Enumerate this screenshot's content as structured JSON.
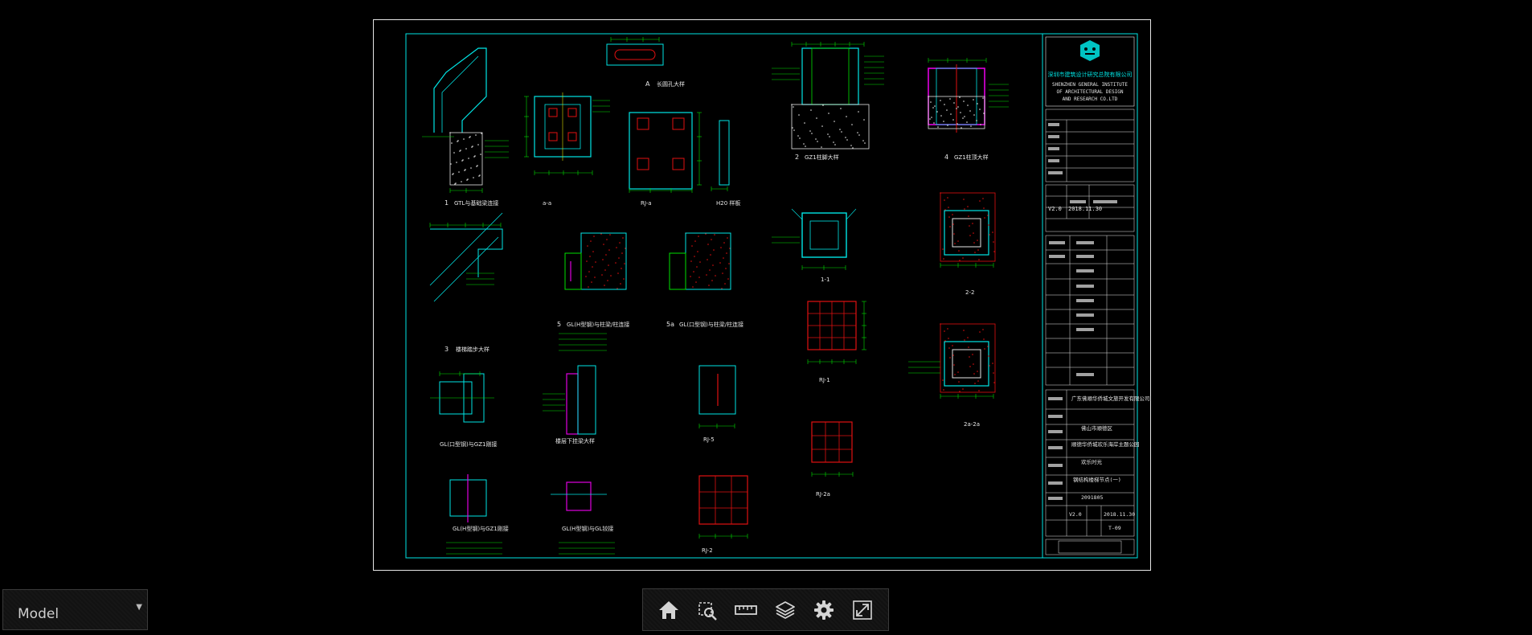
{
  "viewer": {
    "model_selector": {
      "value": "Model",
      "icon": "caret-down-icon"
    },
    "toolbar": [
      {
        "name": "home",
        "icon": "home-icon"
      },
      {
        "name": "zoom-window",
        "icon": "zoom-window-icon"
      },
      {
        "name": "measure",
        "icon": "ruler-icon"
      },
      {
        "name": "layers",
        "icon": "layers-icon"
      },
      {
        "name": "settings",
        "icon": "gear-icon"
      },
      {
        "name": "fullscreen",
        "icon": "fullscreen-icon"
      }
    ],
    "colors": {
      "background": "#000000",
      "line_cyan": "#00e5e5",
      "line_green": "#00e000",
      "line_red": "#e01010",
      "line_magenta": "#e000e0",
      "line_yellow": "#e0e000",
      "text_white": "#e6e6e6"
    }
  },
  "drawing": {
    "title_block": {
      "company_cn": "深圳市建筑设计研究总院有限公司",
      "company_en_lines": [
        "SHENZHEN GENERAL INSTITUTE",
        "OF ARCHITECTURAL DESIGN",
        "AND RESEARCH CO.LTD"
      ],
      "version": "V2.0",
      "date": "2018.11.30",
      "project_code": "2091805",
      "sheet_no": "T-09",
      "location": "佛山市顺德区",
      "project": "顺德华侨城欢乐海岸主题公园",
      "drawing_title": "钢结构楼梯节点(一)"
    },
    "captions": [
      {
        "num": "1",
        "text": "GTL与基础梁连接"
      },
      {
        "num": "",
        "text": "a-a"
      },
      {
        "num": "",
        "text": "RJ-a"
      },
      {
        "num": "",
        "text": "H20 样板"
      },
      {
        "num": "A",
        "text": "长圆孔大样"
      },
      {
        "num": "2",
        "text": "GZ1柱脚大样"
      },
      {
        "num": "4",
        "text": "GZ1柱顶大样"
      },
      {
        "num": "3",
        "text": "楼梯踏步大样"
      },
      {
        "num": "5",
        "text": "GL(H型钢)与柱梁/柱连接"
      },
      {
        "num": "5a",
        "text": "GL(口型钢)与柱梁/柱连接"
      },
      {
        "num": "",
        "text": "1-1"
      },
      {
        "num": "",
        "text": "2-2"
      },
      {
        "num": "",
        "text": "2a-2a"
      },
      {
        "num": "",
        "text": "RJ-1"
      },
      {
        "num": "",
        "text": "RJ-2a"
      },
      {
        "num": "",
        "text": "RJ-2"
      },
      {
        "num": "",
        "text": "RJ-5"
      },
      {
        "num": "",
        "text": "GL(口型钢)与GZ1刚接"
      },
      {
        "num": "",
        "text": "GL(H型钢)与GZ1刚接"
      },
      {
        "num": "",
        "text": "GL(H型钢)与GL铰接"
      },
      {
        "num": "",
        "text": "楼层下挂梁大样"
      }
    ]
  }
}
